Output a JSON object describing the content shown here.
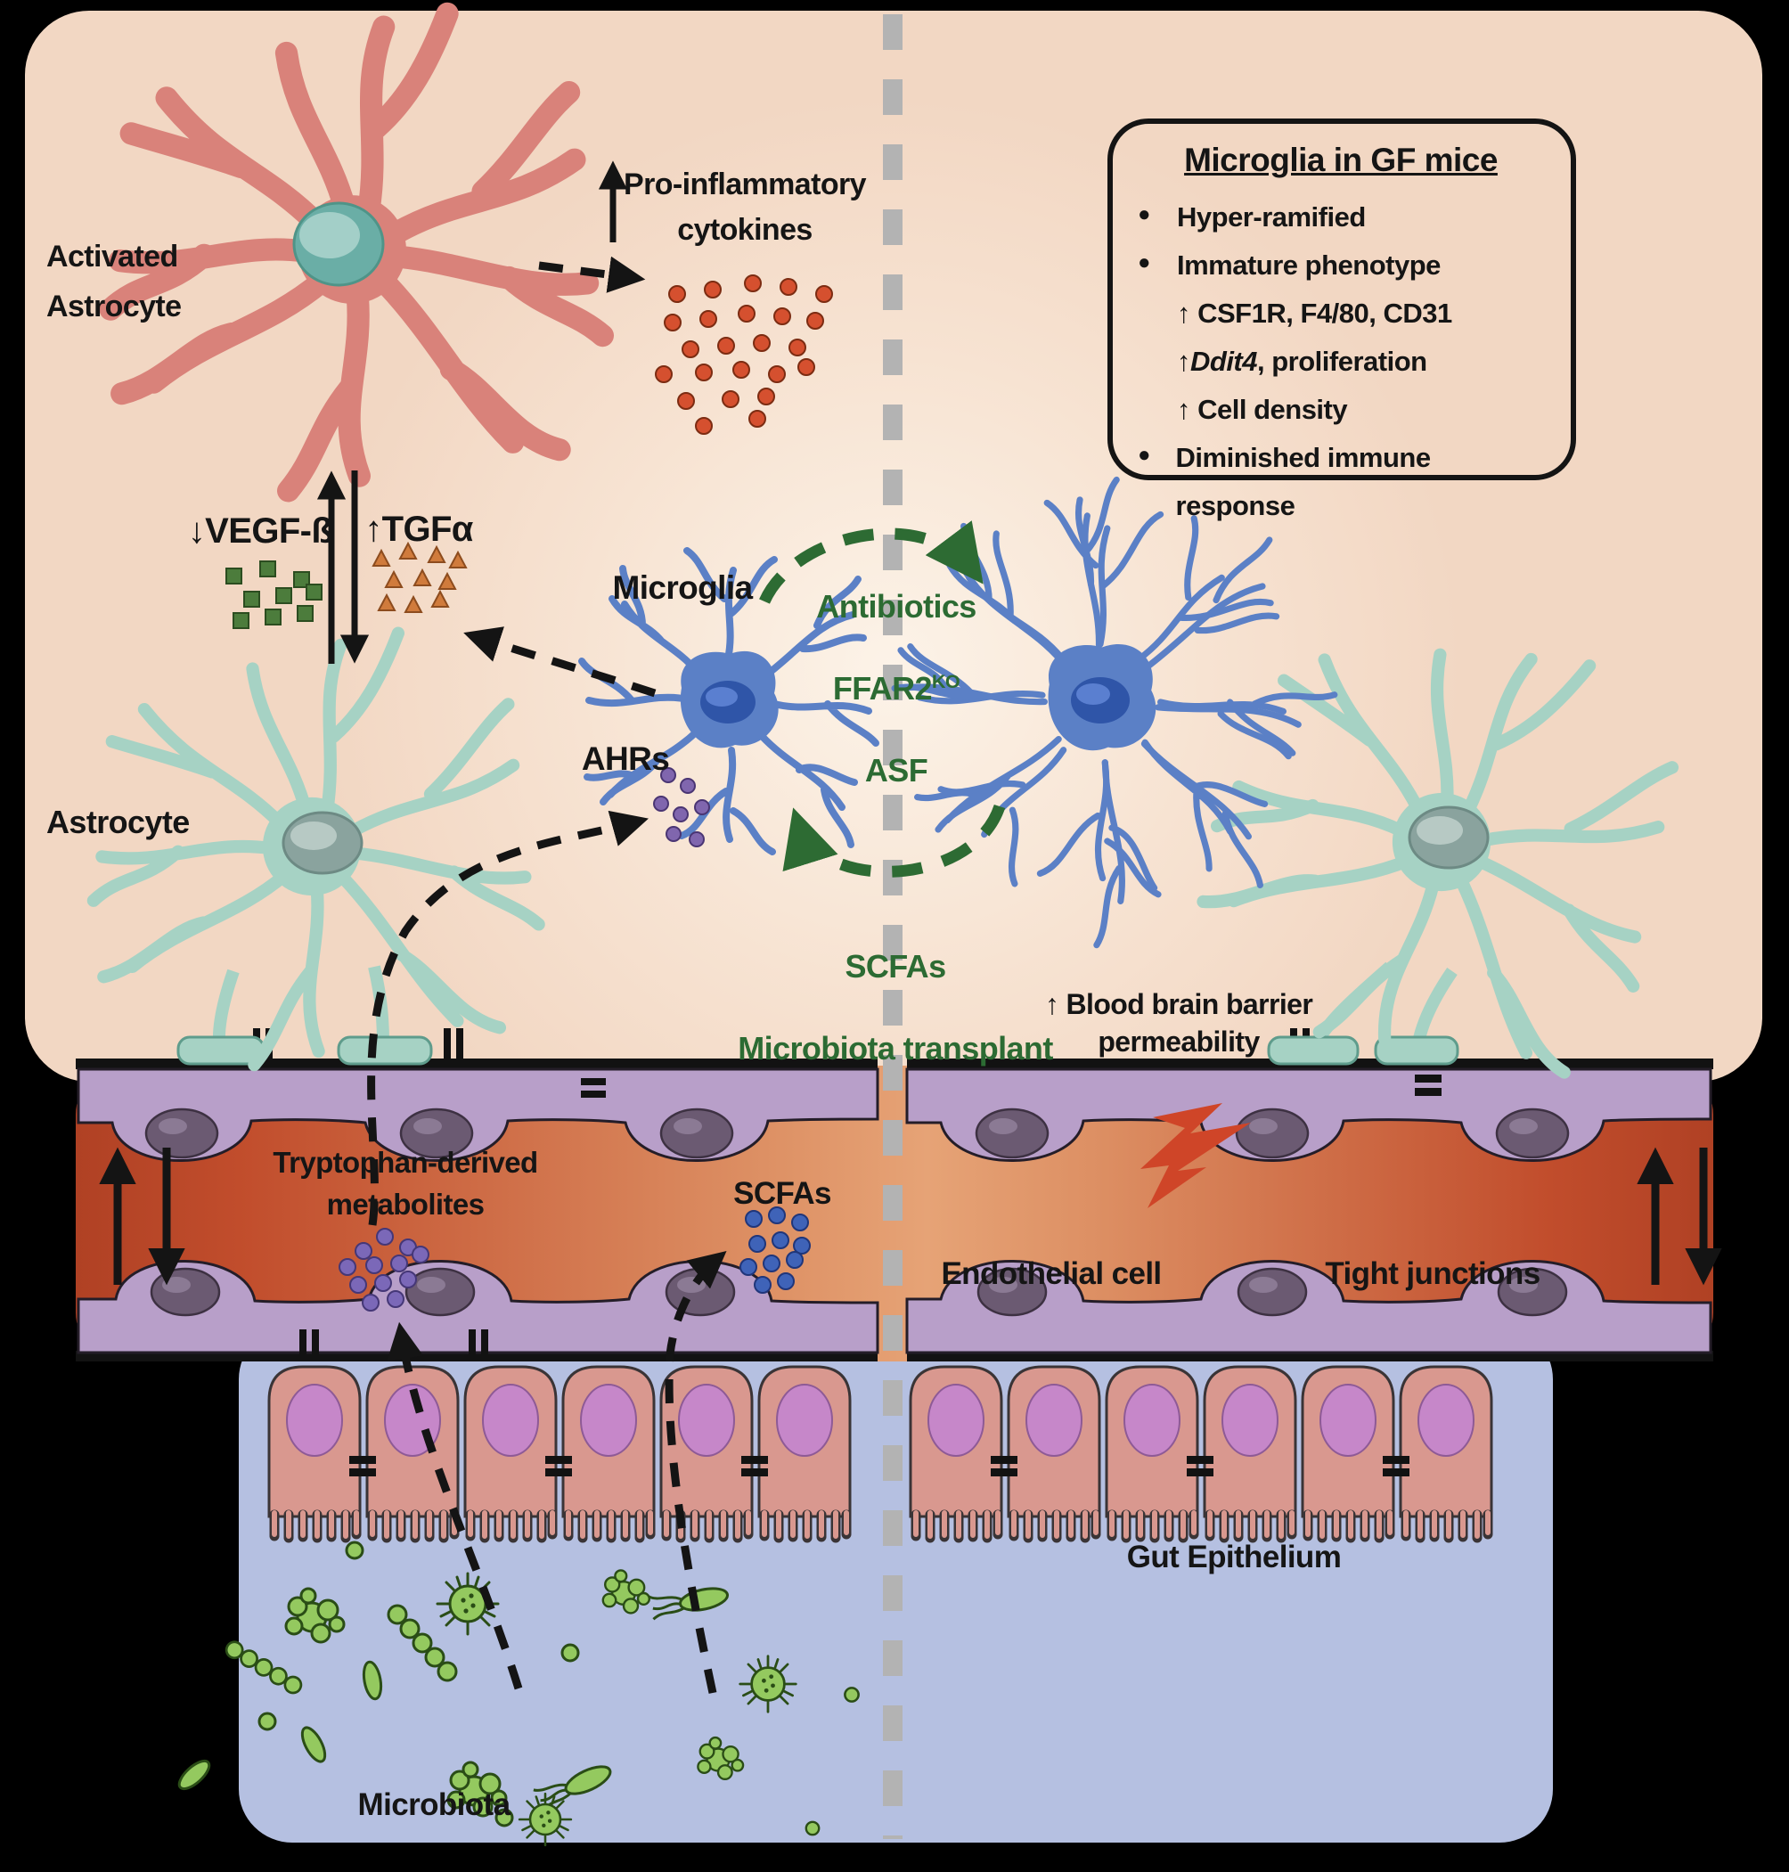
{
  "colors": {
    "canvas_bg": "#000000",
    "brain_bg": "#f2d7c3",
    "brain_glow": "#fcf3e8",
    "vessel_dark": "#b04124",
    "vessel_light": "#e6a376",
    "endothelium": "#b89fc9",
    "endothelium_nucleus": "#6b5a72",
    "gut_bg": "#b5c0e1",
    "epithelium": "#d9988f",
    "epithelium_nucleus": "#c687c9",
    "bacteria_green": "#94c95f",
    "activated_astrocyte_red": "#d9827a",
    "astrocyte_teal": "#a6d2c4",
    "microglia_blue": "#5b80c6",
    "green_label": "#2c6b33",
    "cytokine_dot": "#d5502f",
    "vegf_square": "#4c7c3c",
    "tgf_triangle": "#d07b3c",
    "ahr_dot": "#8066ae",
    "scfa_dot": "#3f63b8",
    "metabolite_dot": "#7b68b8",
    "divider_gray": "#b3b3b3",
    "lightning_red": "#cf4528"
  },
  "icons": {
    "divider": "dashed-vertical-divider",
    "lightning": "barrier-disruption-bolt",
    "exchange_arrows": "up-down-transport-arrows"
  },
  "brain": {
    "activated_astrocyte_label": "Activated\nAstrocyte",
    "pro_inflammatory_label": "Pro-inflammatory\ncytokines",
    "vegf_label": "↓VEGF-ß",
    "tgf_label": "↑TGFα",
    "microglia_label": "Microglia",
    "ahrs_label": "AHRs",
    "astrocyte_label": "Astrocyte",
    "bbb_label": "↑ Blood brain barrier\npermeability",
    "treatments_to_gf": {
      "line1": "Antibiotics",
      "line2_base": "FFAR2",
      "line2_sup": "KO",
      "line3": "ASF"
    },
    "treatments_to_conventional": {
      "line1": "SCFAs",
      "line2": "Microbiota transplant"
    }
  },
  "gf_box": {
    "title": "Microglia in GF mice",
    "bullet": "●",
    "item1": "Hyper-ramified",
    "item2": "Immature phenotype",
    "item2a": "↑ CSF1R, F4/80, CD31",
    "item2b_pre": "↑ ",
    "item2b_italic": "Ddit4",
    "item2b_post": ", proliferation",
    "item2c": "↑ Cell density",
    "item3": "Diminished immune response"
  },
  "vessel": {
    "tryptophan_label": "Tryptophan-derived\nmetabolites",
    "scfas_label": "SCFAs",
    "endothelial_label": "Endothelial cell",
    "tight_junctions_label": "Tight junctions"
  },
  "gut": {
    "epithelium_label": "Gut Epithelium",
    "microbiota_label": "Microbiota"
  }
}
